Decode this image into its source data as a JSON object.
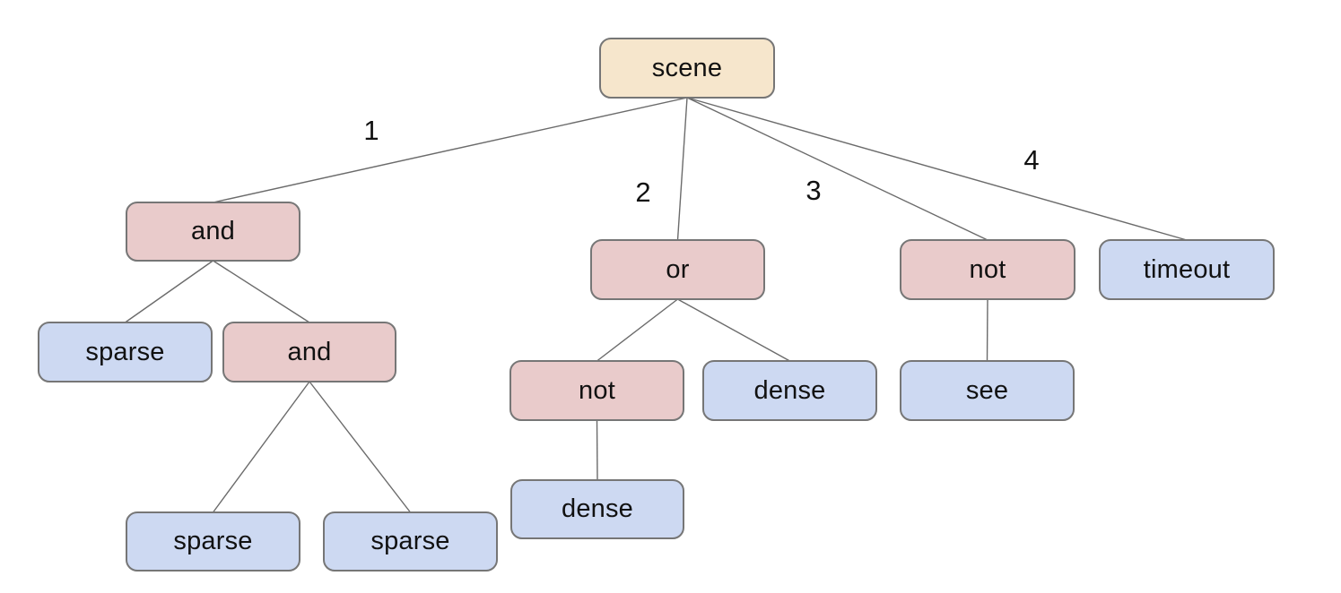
{
  "palette": {
    "root": "#f6e6cc",
    "operator": "#e9cbcb",
    "leaf": "#cdd9f2",
    "border": "#767676",
    "edge": "#6b6b6b",
    "text": "#111111",
    "background": "#ffffff"
  },
  "diagram": {
    "type": "tree",
    "nodes": [
      {
        "id": "scene",
        "label": "scene",
        "color": "root"
      },
      {
        "id": "and1",
        "label": "and",
        "color": "operator"
      },
      {
        "id": "or1",
        "label": "or",
        "color": "operator"
      },
      {
        "id": "not1",
        "label": "not",
        "color": "operator"
      },
      {
        "id": "timeout1",
        "label": "timeout",
        "color": "leaf"
      },
      {
        "id": "sparse1",
        "label": "sparse",
        "color": "leaf"
      },
      {
        "id": "and2",
        "label": "and",
        "color": "operator"
      },
      {
        "id": "not2",
        "label": "not",
        "color": "operator"
      },
      {
        "id": "dense1",
        "label": "dense",
        "color": "leaf"
      },
      {
        "id": "see1",
        "label": "see",
        "color": "leaf"
      },
      {
        "id": "sparse2",
        "label": "sparse",
        "color": "leaf"
      },
      {
        "id": "sparse3",
        "label": "sparse",
        "color": "leaf"
      },
      {
        "id": "dense2",
        "label": "dense",
        "color": "leaf"
      }
    ],
    "edges": [
      {
        "from": "scene",
        "to": "and1",
        "label": "1"
      },
      {
        "from": "scene",
        "to": "or1",
        "label": "2"
      },
      {
        "from": "scene",
        "to": "not1",
        "label": "3"
      },
      {
        "from": "scene",
        "to": "timeout1",
        "label": "4"
      },
      {
        "from": "and1",
        "to": "sparse1",
        "label": ""
      },
      {
        "from": "and1",
        "to": "and2",
        "label": ""
      },
      {
        "from": "and2",
        "to": "sparse2",
        "label": ""
      },
      {
        "from": "and2",
        "to": "sparse3",
        "label": ""
      },
      {
        "from": "or1",
        "to": "not2",
        "label": ""
      },
      {
        "from": "or1",
        "to": "dense1",
        "label": ""
      },
      {
        "from": "not2",
        "to": "dense2",
        "label": ""
      },
      {
        "from": "not1",
        "to": "see1",
        "label": ""
      }
    ]
  }
}
